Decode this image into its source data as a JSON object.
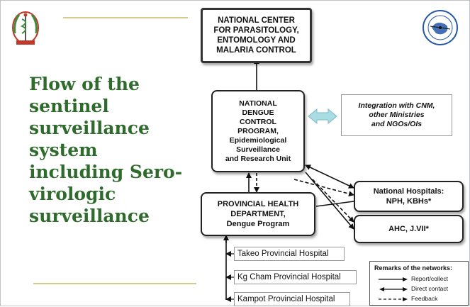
{
  "title_lines": [
    "Flow of the",
    "sentinel",
    "surveillance",
    "system",
    "including Sero-",
    "virologic",
    "surveillance"
  ],
  "boxes": {
    "national_center": [
      "NATIONAL CENTER",
      "FOR PARASITOLOGY,",
      "ENTOMOLOGY AND",
      "MALARIA CONTROL"
    ],
    "ndcp": [
      "NATIONAL",
      "DENGUE",
      "CONTROL",
      "PROGRAM,",
      "Epidemiological",
      "Surveillance",
      "and Research Unit"
    ],
    "integration": [
      "Integration with CNM,",
      "other Ministries",
      "and NGOs/OIs"
    ],
    "provincial": [
      "PROVINCIAL HEALTH",
      "DEPARTMENT,",
      "Dengue Program"
    ],
    "national_hospitals": [
      "National Hospitals:",
      "NPH, KBHs*"
    ],
    "ahc": "AHC, J.VII*"
  },
  "hospitals": [
    "Takeo Provincial Hospital",
    "Kg Cham Provincial Hospital",
    "Kampot Provincial Hospital"
  ],
  "legend": {
    "title": "Remarks of the networks:",
    "items": [
      "Report/collect",
      "Direct contact",
      "Feedback"
    ]
  },
  "colors": {
    "title_green": "#2f6b2c",
    "rule_gold": "#d8c98c",
    "integration_arrow": "#a9dde4",
    "logo_left_red": "#c0392b",
    "logo_left_green": "#3c8d3c",
    "logo_right_blue": "#2457a6"
  }
}
